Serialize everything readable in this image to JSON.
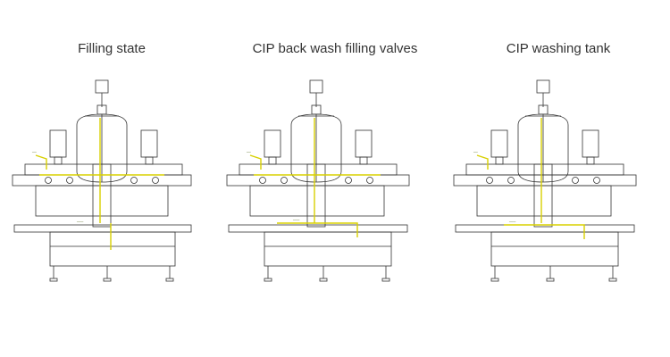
{
  "panels": [
    {
      "title": "Filling state"
    },
    {
      "title": "CIP back wash filling valves"
    },
    {
      "title": "CIP washing tank"
    }
  ],
  "colors": {
    "background": "#ffffff",
    "line": "#333333",
    "flow": "#d8d000",
    "title": "#333333"
  }
}
